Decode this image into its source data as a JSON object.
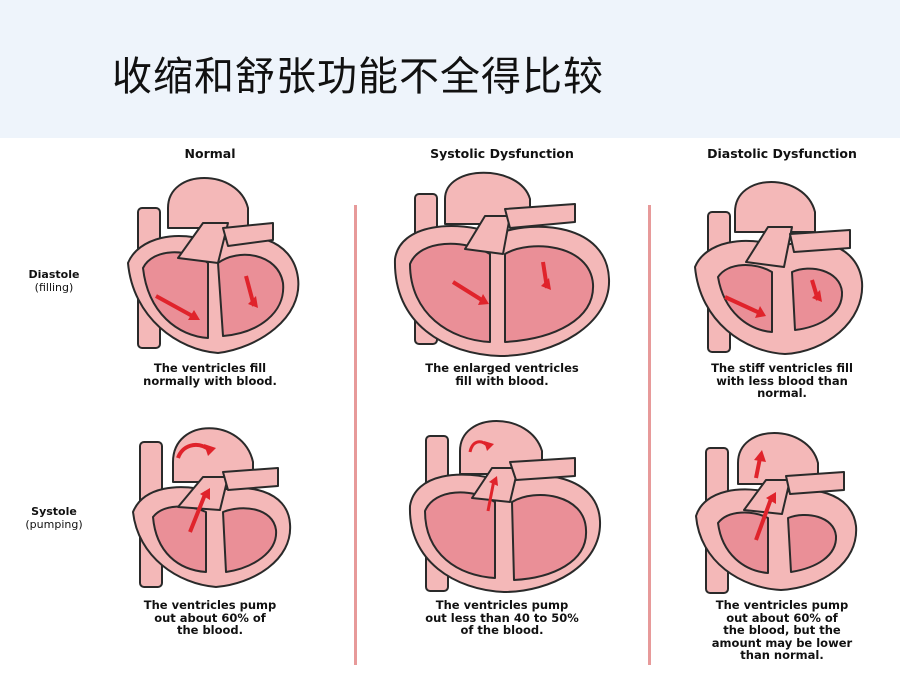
{
  "title": "收缩和舒张功能不全得比较",
  "columns": [
    "Normal",
    "Systolic Dysfunction",
    "Diastolic Dysfunction"
  ],
  "rows": [
    {
      "label": "Diastole",
      "sub": "(filling)"
    },
    {
      "label": "Systole",
      "sub": "(pumping)"
    }
  ],
  "captions": {
    "diastole": [
      "The ventricles fill\nnormally with blood.",
      "The enlarged ventricles\nfill with blood.",
      "The stiff ventricles fill\nwith less blood than\nnormal."
    ],
    "systole": [
      "The ventricles pump\nout about 60% of\nthe blood.",
      "The ventricles pump\nout less than 40 to 50%\nof the blood.",
      "The ventricles pump\nout about 60% of\nthe blood, but the\namount may be lower\nthan normal."
    ]
  },
  "colors": {
    "heart_light": "#f4b8b8",
    "heart_mid": "#ea8f97",
    "heart_dark": "#d9646f",
    "arrow": "#e0232b",
    "outline": "#2a2a2a",
    "divider": "#e79a9a",
    "title_bg": "#eef4fb"
  }
}
